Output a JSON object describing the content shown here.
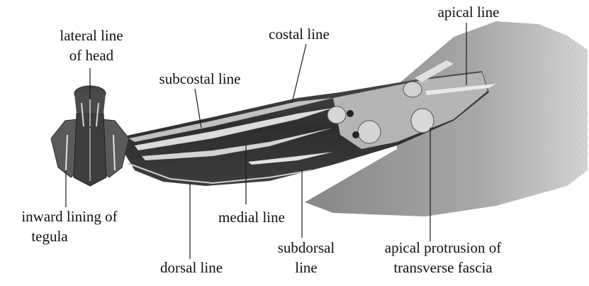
{
  "figure": {
    "subject": "moth-wing-and-head-illustration",
    "colors": {
      "wing_dark": "#3b3b3b",
      "wing_mid": "#5a5a5a",
      "wing_pale": "#bdbdbd",
      "fringe": "#8f8f8f",
      "background": "#ffffff"
    }
  },
  "labels": {
    "lateral_line_of_head_1": "lateral line",
    "lateral_line_of_head_2": "of head",
    "subcostal_line": "subcostal line",
    "costal_line": "costal line",
    "apical_line": "apical line",
    "inward_lining_of_tegula_1": "inward lining of",
    "inward_lining_of_tegula_2": "tegula",
    "medial_line": "medial line",
    "subdorsal_line_1": "subdorsal",
    "subdorsal_line_2": "line",
    "dorsal_line": "dorsal line",
    "apical_protrusion_1": "apical protrusion of",
    "apical_protrusion_2": "transverse fascia"
  }
}
